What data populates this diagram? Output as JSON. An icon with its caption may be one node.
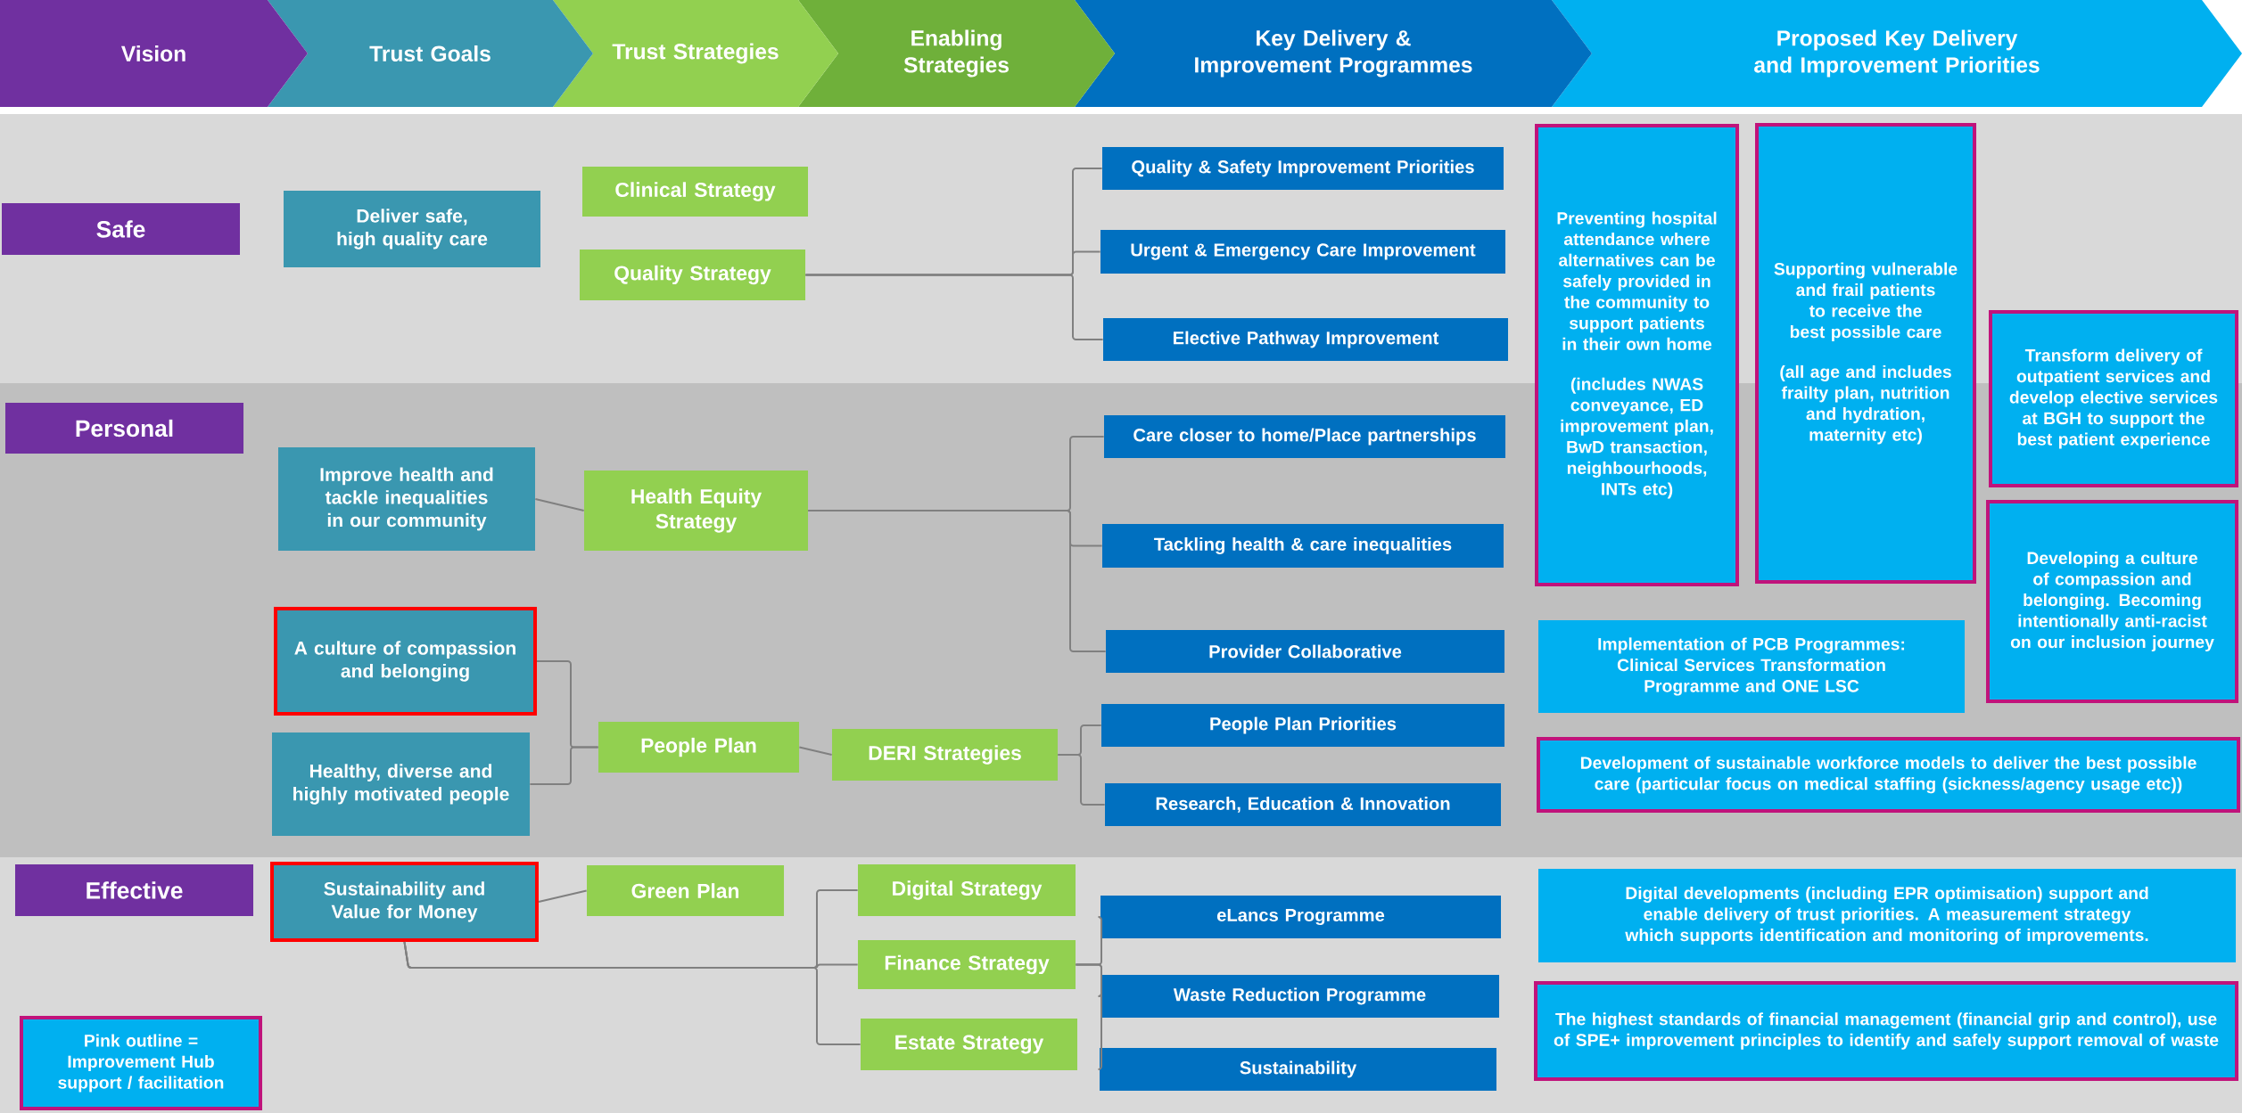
{
  "diagram": {
    "nodes": [
      {
        "text": [
          "Vision"
        ]
      },
      {
        "text": [
          "Trust Goals"
        ]
      },
      {
        "text": [
          "Trust Strategies"
        ]
      },
      {
        "text": [
          "Enabling Strategies"
        ]
      },
      {
        "text": [
          "Key Delivery & Improvement Programmes"
        ]
      },
      {
        "text": [
          "Proposed Key Delivery and Improvement Priorities"
        ]
      },
      {
        "text": [
          "Safe"
        ]
      },
      {
        "text": [
          "Deliver safe, high quality care"
        ]
      },
      {
        "text": [
          "Clinical Strategy"
        ]
      },
      {
        "text": [
          "Quality Strategy"
        ]
      },
      {
        "text": [
          "Quality & Safety Improvement Priorities"
        ]
      },
      {
        "text": [
          "Urgent & Emergency Care Improvement"
        ]
      },
      {
        "text": [
          "Elective Pathway Improvement"
        ]
      },
      {
        "text": [
          "Preventing hospital attendance where alternatives can be safely provided in the community to support patients in their own home",
          "(includes NWAS conveyance, ED improvement plan, BwD transaction, neighbourhoods, INTs etc)"
        ]
      },
      {
        "text": [
          "Supporting vulnerable and frail patients to receive the best possible care",
          "(all age and includes frailty plan, nutrition and hydration, maternity etc)"
        ]
      },
      {
        "text": [
          "Transform delivery of outpatient services and develop elective services at BGH to support the best patient experience"
        ]
      },
      {
        "text": [
          "Personal"
        ]
      },
      {
        "text": [
          "Improve health and tackle inequalities in our community"
        ]
      },
      {
        "text": [
          "Health Equity Strategy"
        ]
      },
      {
        "text": [
          "Care closer to home/Place partnerships"
        ]
      },
      {
        "text": [
          "Tackling health & care inequalities"
        ]
      },
      {
        "text": [
          "Developing a culture of compassion and belonging. Becoming intentionally anti-racist on our inclusion journey"
        ]
      },
      {
        "text": [
          "A culture of compassion and belonging"
        ]
      },
      {
        "text": [
          "Healthy, diverse and highly motivated people"
        ]
      },
      {
        "text": [
          "People Plan"
        ]
      },
      {
        "text": [
          "DERI Strategies"
        ]
      },
      {
        "text": [
          "Provider Collaborative"
        ]
      },
      {
        "text": [
          "Implementation of PCB Programmes: Clinical Services Transformation Programme and ONE LSC"
        ]
      },
      {
        "text": [
          "People Plan Priorities"
        ]
      },
      {
        "text": [
          "Development of sustainable workforce models to deliver the best possible care (particular focus on medical staffing (sickness/agency usage etc))"
        ]
      },
      {
        "text": [
          "Research, Education & Innovation"
        ]
      },
      {
        "text": [
          "Effective"
        ]
      },
      {
        "text": [
          "Sustainability and Value for Money"
        ]
      },
      {
        "text": [
          "Green Plan"
        ]
      },
      {
        "text": [
          "Digital Strategy"
        ]
      },
      {
        "text": [
          "eLancs Programme"
        ]
      },
      {
        "text": [
          "Digital developments (including EPR optimisation) support and enable delivery of trust priorities. A measurement strategy which supports identification and monitoring of improvements."
        ]
      },
      {
        "text": [
          "Finance Strategy"
        ]
      },
      {
        "text": [
          "Waste Reduction Programme"
        ]
      },
      {
        "text": [
          "The highest standards of financial management (financial grip and control), use of SPE+ improvement principles to identify and safely support removal of waste"
        ]
      },
      {
        "text": [
          "Estate Strategy"
        ]
      },
      {
        "text": [
          "Sustainability"
        ]
      },
      {
        "text": [
          "Pink outline = Improvement Hub support / facilitation"
        ]
      }
    ],
    "edges": [
      {
        "from": 9,
        "to": 10,
        "arrow": "none"
      },
      {
        "from": 9,
        "to": 11,
        "arrow": "none"
      },
      {
        "from": 9,
        "to": 12,
        "arrow": "none"
      },
      {
        "from": 17,
        "to": 18,
        "arrow": "none"
      },
      {
        "from": 18,
        "to": 19,
        "arrow": "none"
      },
      {
        "from": 18,
        "to": 20,
        "arrow": "none"
      },
      {
        "from": 18,
        "to": 26,
        "arrow": "none"
      },
      {
        "from": 22,
        "to": 24,
        "arrow": "none"
      },
      {
        "from": 23,
        "to": 24,
        "arrow": "none"
      },
      {
        "from": 24,
        "to": 25,
        "arrow": "none"
      },
      {
        "from": 25,
        "to": 28,
        "arrow": "none"
      },
      {
        "from": 25,
        "to": 30,
        "arrow": "none"
      },
      {
        "from": 32,
        "to": 33,
        "arrow": "none"
      },
      {
        "from": 32,
        "to": 34,
        "arrow": "none"
      },
      {
        "from": 32,
        "to": 37,
        "arrow": "none"
      },
      {
        "from": 32,
        "to": 40,
        "arrow": "none"
      },
      {
        "from": 37,
        "to": 35,
        "arrow": "none"
      },
      {
        "from": 37,
        "to": 38,
        "arrow": "none"
      },
      {
        "from": 37,
        "to": 41,
        "arrow": "none"
      }
    ]
  }
}
